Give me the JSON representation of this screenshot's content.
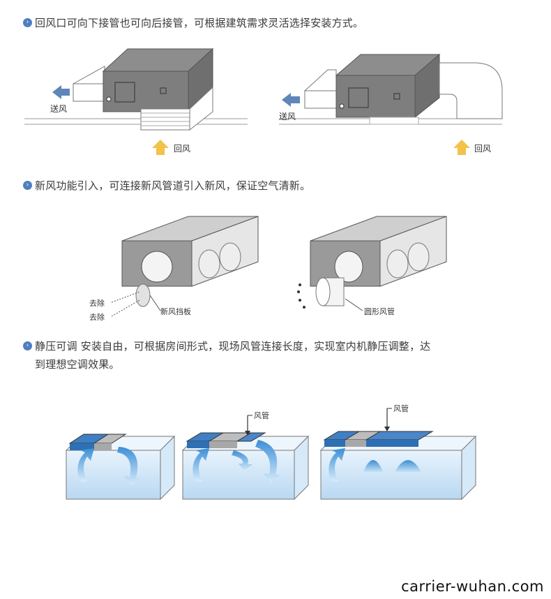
{
  "sections": [
    {
      "heading": "回风口可向下接管也可向后接管，可根据建筑需求灵活选择安装方式。",
      "labels": {
        "supply_left": "送风",
        "return_left": "回风",
        "supply_right": "送风",
        "return_right": "回风"
      }
    },
    {
      "heading": "新风功能引入，可连接新风管道引入新风，保证空气清新。",
      "labels": {
        "remove_1": "去除",
        "remove_2": "去除",
        "fresh_air_baffle": "新风挡板",
        "round_duct": "圆形风管"
      }
    },
    {
      "heading_line1": "静压可调 安装自由，可根据房间形式，现场风管连接长度，实现室内机静压调整，达",
      "heading_line2": "到理想空调效果。",
      "labels": {
        "duct_mid": "风管",
        "duct_right": "风管"
      }
    }
  ],
  "watermark": "carrier-wuhan.com",
  "colors": {
    "bullet": "#4f7fc0",
    "arrow_blue": "#5f86b6",
    "arrow_yellow": "#f2c24a",
    "room_blue": "#bfdcf4",
    "unit_dark": "#8d8d8d"
  }
}
